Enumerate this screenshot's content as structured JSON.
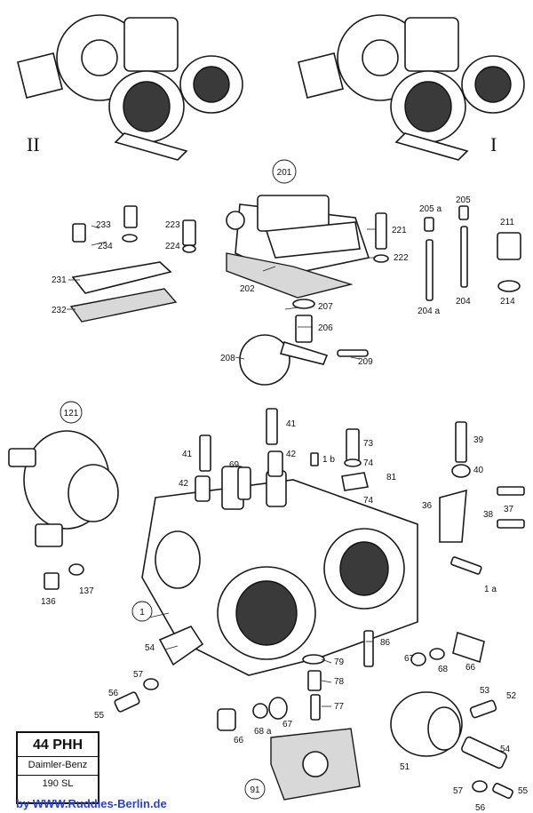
{
  "variants": {
    "left": "II",
    "right": "I"
  },
  "callouts": [
    "201",
    "202",
    "207",
    "206",
    "208",
    "209",
    "221",
    "222",
    "223",
    "224",
    "231",
    "232",
    "233",
    "234",
    "204",
    "204 a",
    "205",
    "205 a",
    "211",
    "214",
    "121",
    "1",
    "136",
    "137",
    "41",
    "42",
    "69",
    "73",
    "74",
    "81",
    "1 b",
    "39",
    "40",
    "36",
    "37",
    "38",
    "1 a",
    "54",
    "55",
    "56",
    "57",
    "66",
    "67",
    "68",
    "68 a",
    "77",
    "78",
    "79",
    "86",
    "91",
    "51",
    "52",
    "53"
  ],
  "info_box": {
    "model": "44 PHH",
    "line1": "Daimler-Benz",
    "line2": "190 SL"
  },
  "credit": "by  WWW.Ruddies-Berlin.de",
  "colors": {
    "ink": "#111111",
    "credit": "#2a3fd6"
  }
}
